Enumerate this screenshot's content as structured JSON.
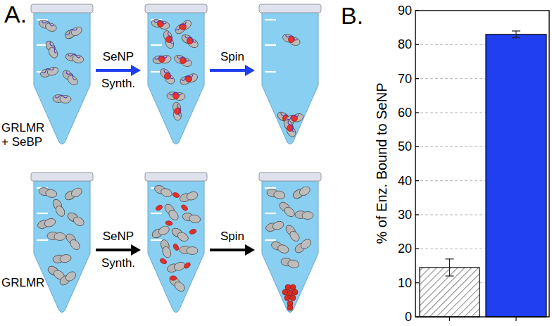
{
  "diagram": {
    "labels": [
      "A.",
      "GRLMR + SeBP",
      "SeNP Synth.",
      "Spin",
      "GRLMR",
      "SeNP Synth.",
      "Spin",
      "B.",
      "% of Enz. Bound to SeNP",
      "90",
      "80",
      "70",
      "60",
      "50",
      "40",
      "30",
      "20",
      "10",
      "0"
    ]
  }
}
